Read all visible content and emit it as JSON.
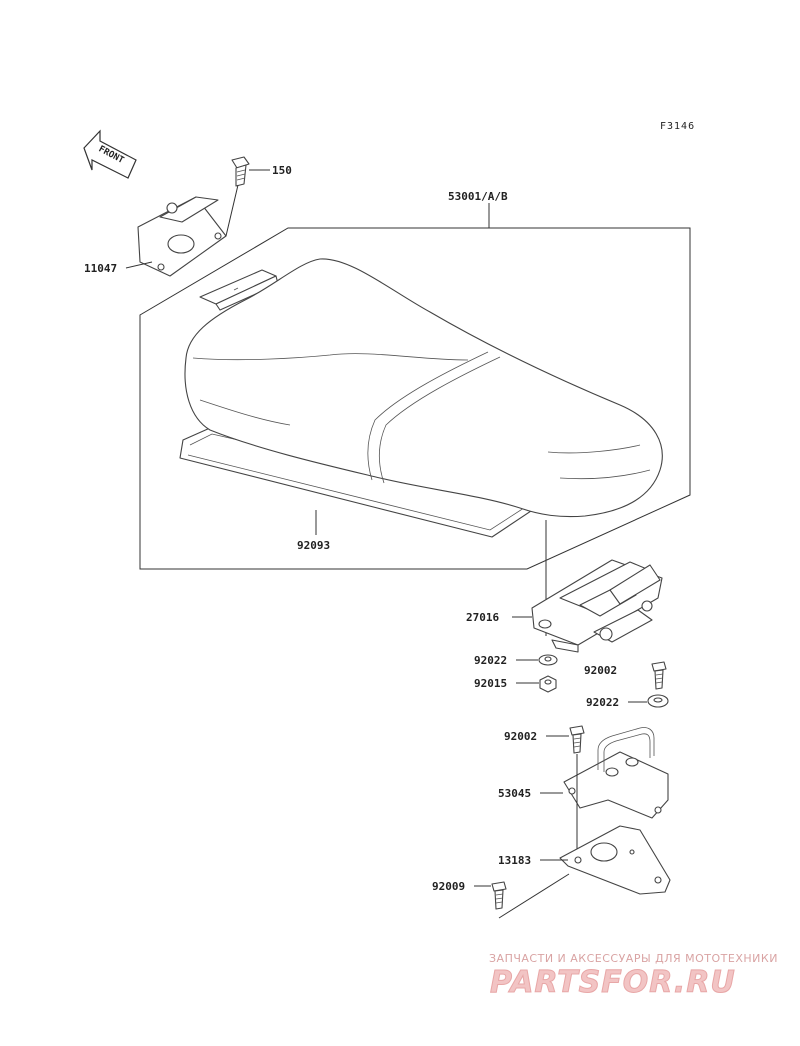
{
  "figure_code": "F3146",
  "front_label": "FRONT",
  "parts": [
    {
      "id": "150",
      "label": "150"
    },
    {
      "id": "11047",
      "label": "11047"
    },
    {
      "id": "53001",
      "label": "53001/A/B"
    },
    {
      "id": "92093",
      "label": "92093"
    },
    {
      "id": "27016",
      "label": "27016"
    },
    {
      "id": "92022a",
      "label": "92022"
    },
    {
      "id": "92015",
      "label": "92015"
    },
    {
      "id": "92002a",
      "label": "92002"
    },
    {
      "id": "92022b",
      "label": "92022"
    },
    {
      "id": "92002b",
      "label": "92002"
    },
    {
      "id": "53045",
      "label": "53045"
    },
    {
      "id": "13183",
      "label": "13183"
    },
    {
      "id": "92009",
      "label": "92009"
    }
  ],
  "watermark": {
    "tagline": "ЗАПЧАСТИ И АКСЕССУАРЫ ДЛЯ МОТОТЕХНИКИ",
    "logo": "PARTSFOR.RU"
  }
}
